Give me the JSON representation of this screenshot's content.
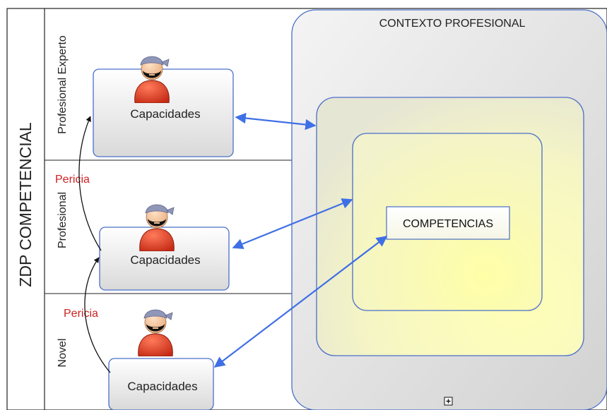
{
  "pool": {
    "title": "ZDP COMPETENCIAL"
  },
  "lanes": [
    {
      "label": "Profesional Experto"
    },
    {
      "label": "Profesional"
    },
    {
      "label": "Novel"
    }
  ],
  "context": {
    "title": "CONTEXTO PROFESIONAL"
  },
  "competencias": {
    "label": "COMPETENCIAS"
  },
  "tasks": [
    {
      "label": "Capacidades"
    },
    {
      "label": "Capacidades"
    },
    {
      "label": "Capacidades"
    }
  ],
  "pericia_labels": [
    "Pericia",
    "Pericia"
  ],
  "icons": {
    "actor": "worker-person-icon",
    "expand": "plus-box-icon"
  },
  "colors": {
    "arrow_blue": "#3f6fe6",
    "pericia_red": "#cc2222",
    "box_border": "#4a6fc8",
    "yellow_fill": "#fbfbc8"
  }
}
